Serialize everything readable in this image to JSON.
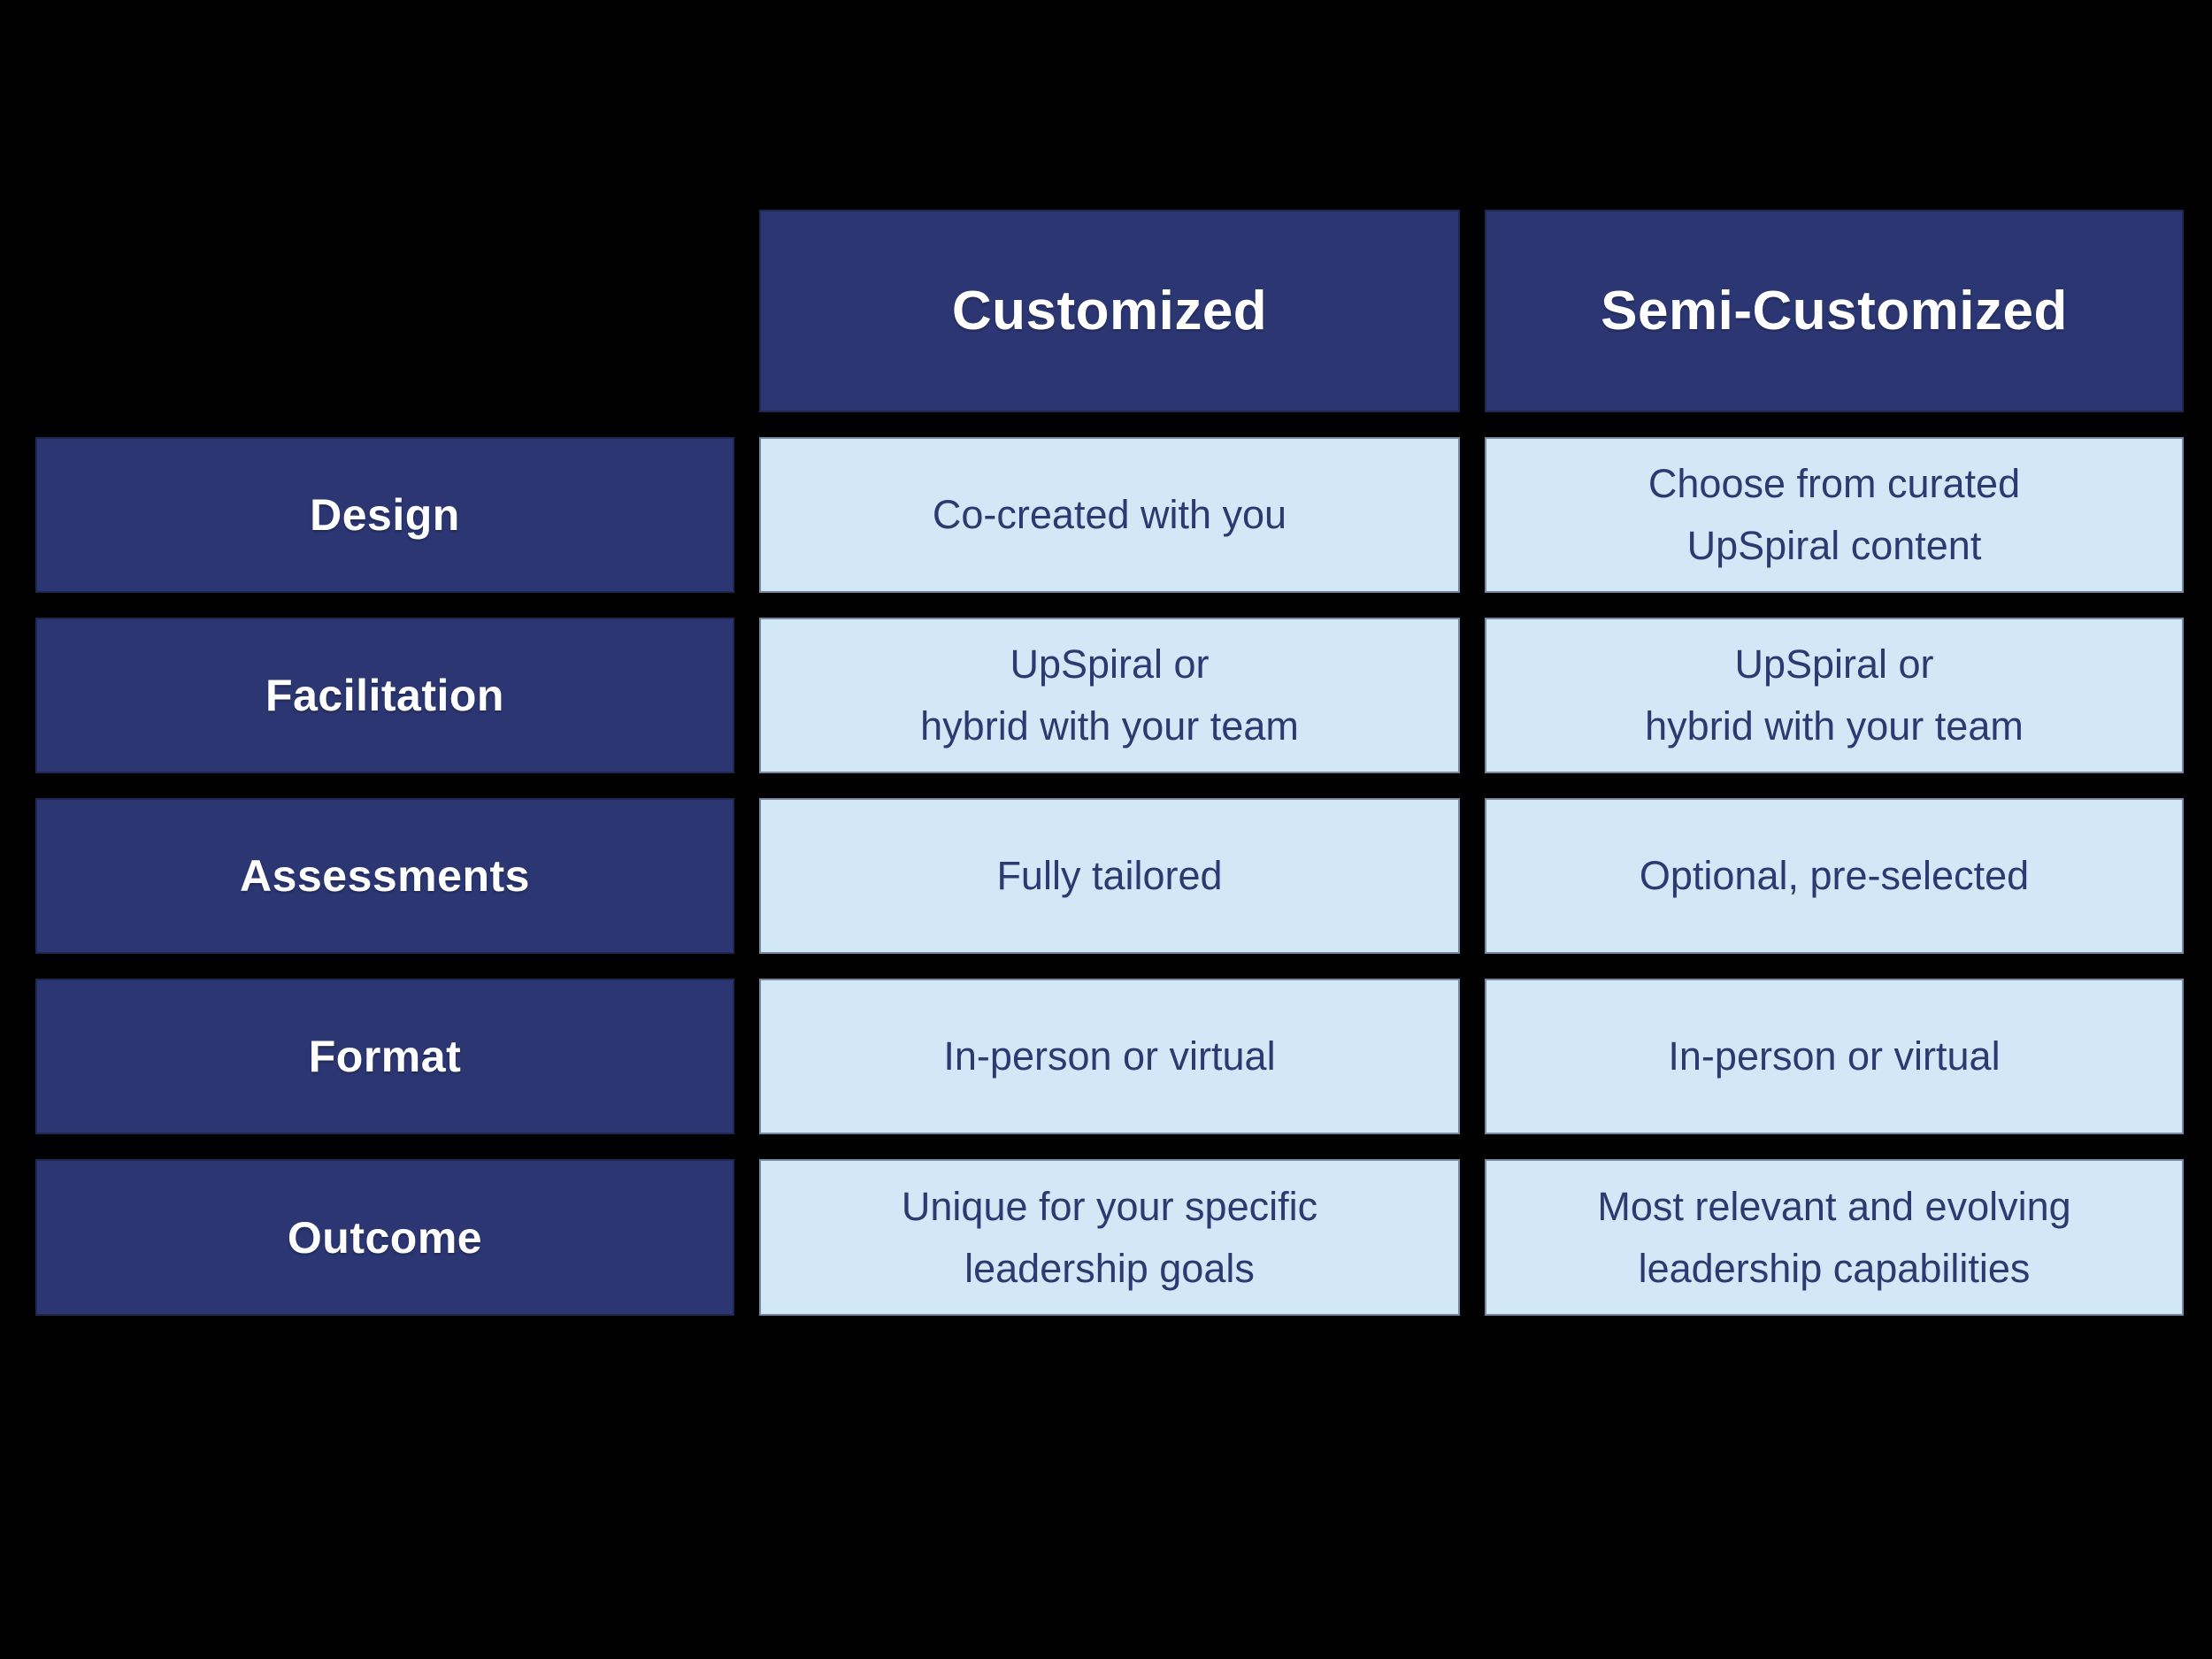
{
  "table": {
    "columns": [
      {
        "label": "Customized"
      },
      {
        "label": "Semi-Customized"
      }
    ],
    "rows": [
      {
        "header": "Design",
        "cells": [
          {
            "lines": [
              "Co-created with you",
              ""
            ]
          },
          {
            "lines": [
              "Choose from curated",
              "UpSpiral content"
            ]
          }
        ]
      },
      {
        "header": "Facilitation",
        "cells": [
          {
            "lines": [
              "UpSpiral or",
              "hybrid with your team"
            ]
          },
          {
            "lines": [
              "UpSpiral or",
              "hybrid with your team"
            ]
          }
        ]
      },
      {
        "header": "Assessments",
        "cells": [
          {
            "lines": [
              "Fully tailored",
              ""
            ]
          },
          {
            "lines": [
              "Optional, pre-selected",
              ""
            ]
          }
        ]
      },
      {
        "header": "Format",
        "cells": [
          {
            "lines": [
              "In-person or virtual",
              ""
            ]
          },
          {
            "lines": [
              "In-person or virtual",
              ""
            ]
          }
        ]
      },
      {
        "header": "Outcome",
        "cells": [
          {
            "lines": [
              "Unique for your specific",
              "leadership goals"
            ]
          },
          {
            "lines": [
              "Most relevant and evolving",
              "leadership capabilities"
            ]
          }
        ]
      }
    ]
  },
  "colors": {
    "background": "#000000",
    "header_fill": "#2b3672",
    "cell_fill": "#d3e8f6",
    "header_text": "#ffffff",
    "cell_text": "#2b3a70"
  }
}
